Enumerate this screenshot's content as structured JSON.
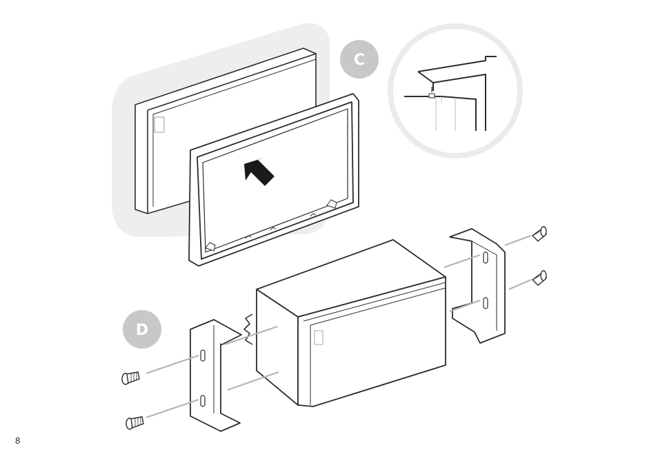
{
  "steps": {
    "c": {
      "label": "C"
    },
    "d": {
      "label": "D"
    }
  },
  "footer": {
    "page_number": "8"
  },
  "colors": {
    "step_badge": "#c8c8c8",
    "highlight_zone": "#eeeeef",
    "line_art": "#2a2a2a",
    "connector_line": "#b4b4b4"
  }
}
